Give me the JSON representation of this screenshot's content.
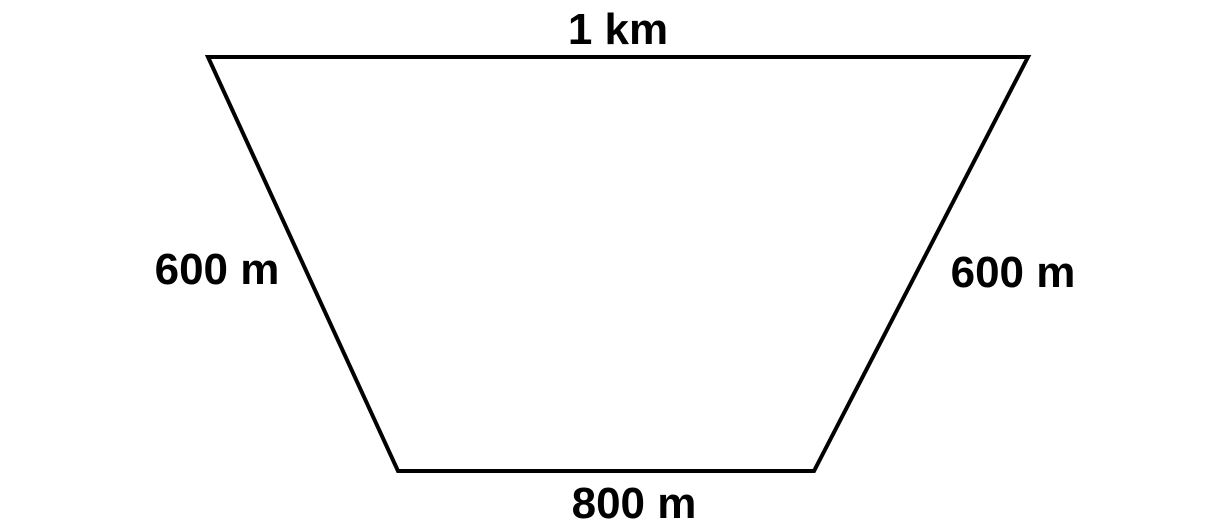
{
  "diagram": {
    "stroke_color": "#000000",
    "background_color": "#ffffff",
    "labels": {
      "top": "1 km",
      "left": "600 m",
      "right": "600 m",
      "bottom": "800 m"
    }
  }
}
